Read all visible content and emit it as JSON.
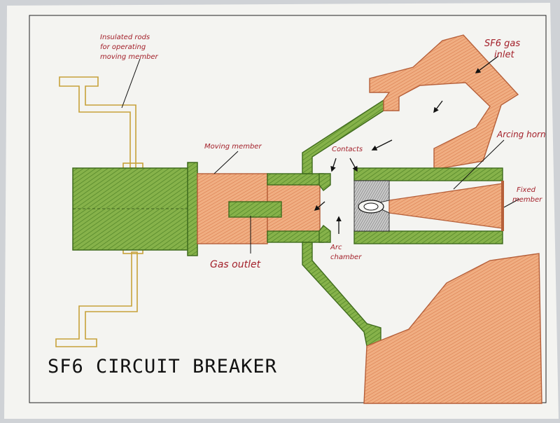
{
  "diagram": {
    "title": "SF6 CIRCUIT BREAKER",
    "labels": {
      "insulated_rods_line1": "Insulated rods",
      "insulated_rods_line2": "for operating",
      "insulated_rods_line3": "moving member",
      "moving_member": "Moving member",
      "gas_outlet": "Gas outlet",
      "contacts": "Contacts",
      "arc_chamber_line1": "Arc",
      "arc_chamber_line2": "chamber",
      "sf6_inlet_line1": "SF6 gas",
      "sf6_inlet_line2": "inlet",
      "arcing_horn": "Arcing horn",
      "fixed_member_line1": "Fixed",
      "fixed_member_line2": "member"
    },
    "colors": {
      "paper": "#f6f6f2",
      "green": "#6f9e36",
      "green_dark": "#3f6b1d",
      "orange": "#e99a6a",
      "orange_dark": "#b6603a",
      "rod": "#c7a23a",
      "label": "#a3202a"
    }
  }
}
